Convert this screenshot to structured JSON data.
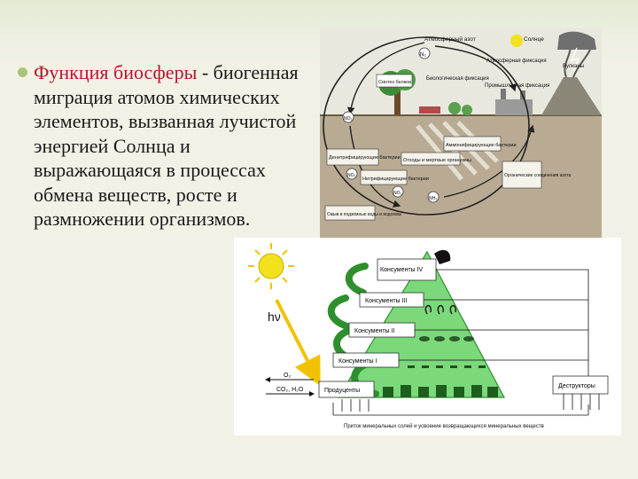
{
  "slide": {
    "lead": "Функция биосферы",
    "text": " - биогенная миграция атомов химических элементов, вызванная лучистой энергией Солнца и выражающаяся в процессах обмена веществ, росте и размножении организмов."
  },
  "cycle": {
    "labels": {
      "atm_n": "Атмосферный азот",
      "sun": "Солнце",
      "atm_fix": "Атмосферная фиксация",
      "volcano": "Вулканы",
      "bio_fix": "Биологическая фиксация",
      "protein": "Синтез белков",
      "industry": "Промышленная фиксация",
      "denitr": "Денитрифицирующие бактерии",
      "ammon": "Аммонифицирующие бактерии",
      "waste": "Отходы и мертвые организмы",
      "nitrif": "Нитрифицирующие бактерии",
      "organic": "Органические соединения азота",
      "wash": "Смыв в подземные воды и водоемы",
      "n2": "N₂",
      "no2": "NO₂",
      "no3": "NO₃",
      "nh3": "NH₃"
    }
  },
  "pyramid": {
    "levels": [
      "Консументы IV",
      "Консументы III",
      "Консументы II",
      "Консументы I",
      "Продуценты"
    ],
    "destructors": "Деструкторы",
    "hv": "hν",
    "o2": "O₂",
    "co2_h2o": "CO₂, H₂O",
    "caption": "Приток минеральных солей и усвоение возвращающихся минеральных веществ"
  },
  "colors": {
    "accent": "#b5172f",
    "bullet": "#a9c47a",
    "pyramid_green": "#7bd87b",
    "arrow_green": "#2f8f2f",
    "sun_yellow": "#f2e11c"
  }
}
